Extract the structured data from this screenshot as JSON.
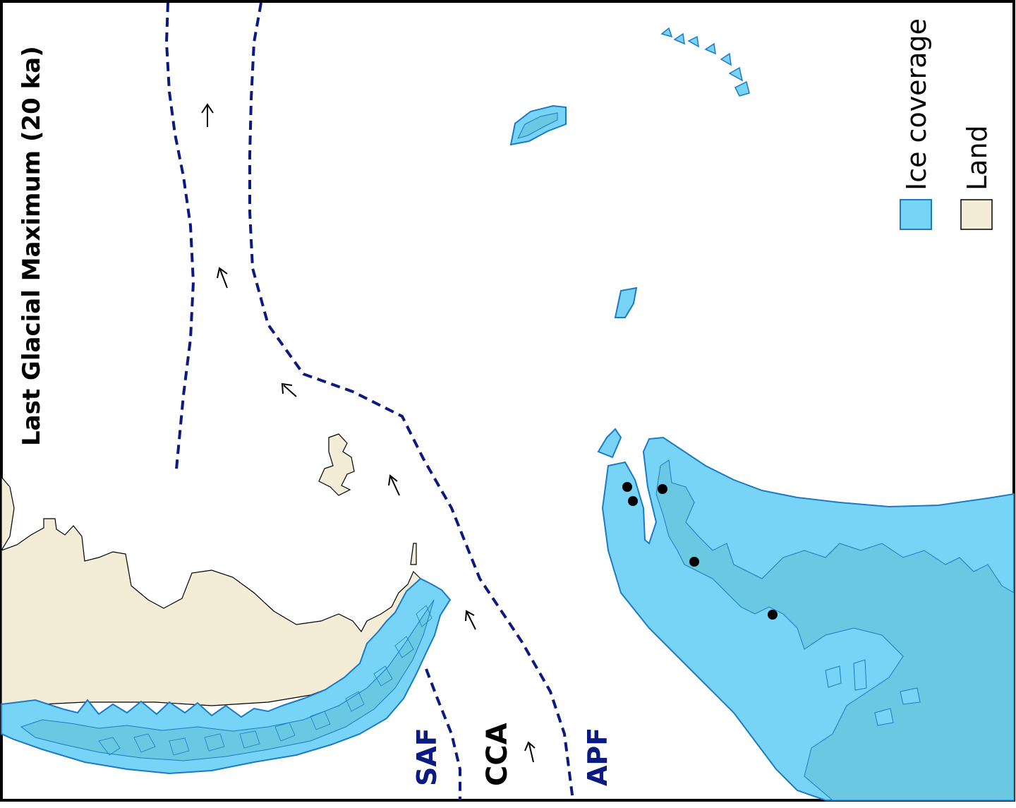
{
  "map": {
    "title": "Last Glacial Maximum (20 ka)",
    "fronts": {
      "saf": "SAF",
      "cca": "CCA",
      "apf": "APF"
    },
    "legend": {
      "ice_label": "Ice coverage",
      "land_label": "Land"
    },
    "colors": {
      "ice": "#78d4f6",
      "ice_inner": "#6ac8e2",
      "ice_stroke": "#1a7ac6",
      "land": "#f3ecd6",
      "front_line": "#0b1a80",
      "frame": "#000000"
    }
  }
}
